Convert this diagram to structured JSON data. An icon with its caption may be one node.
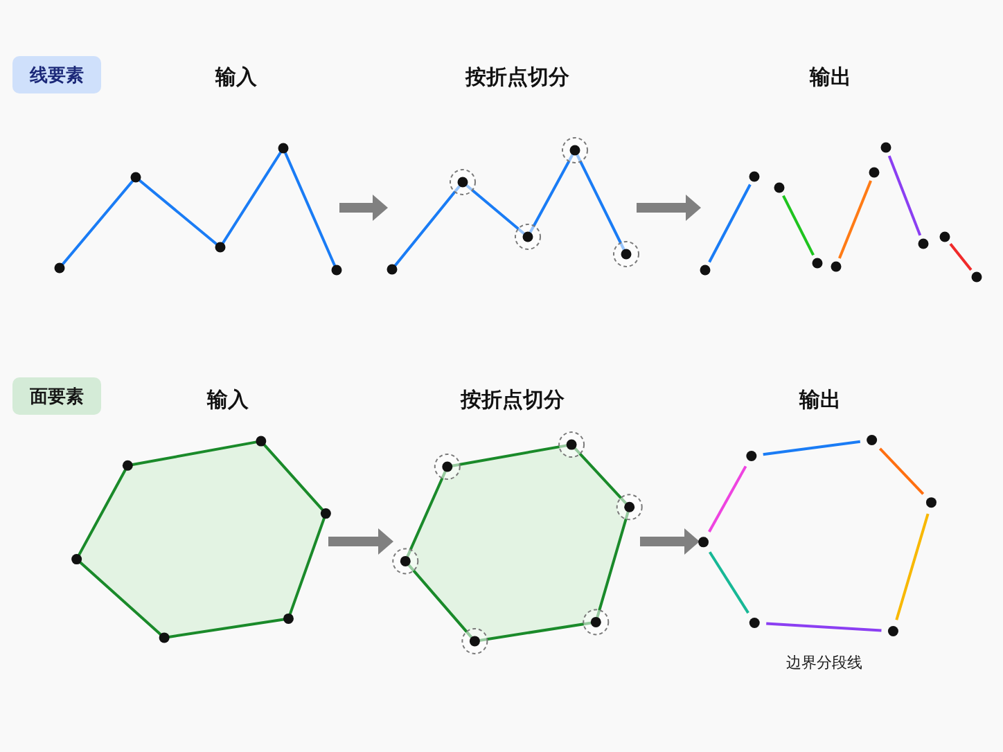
{
  "diagram": {
    "nodes": [
      {
        "text": [
          "线要素"
        ]
      },
      {
        "text": [
          "输入"
        ]
      },
      {
        "text": [
          "按折点切分"
        ]
      },
      {
        "text": [
          "输出"
        ]
      },
      {
        "text": [
          "面要素"
        ]
      },
      {
        "text": [
          "输入"
        ]
      },
      {
        "text": [
          "按折点切分"
        ]
      },
      {
        "text": [
          "输出"
        ],
        "beside": [
          "边界分段线"
        ]
      }
    ],
    "edges": [
      {
        "from": 1,
        "to": 2,
        "arrow": "to"
      },
      {
        "from": 2,
        "to": 3,
        "arrow": "to"
      },
      {
        "from": 5,
        "to": 6,
        "arrow": "to"
      },
      {
        "from": 6,
        "to": 7,
        "arrow": "to"
      }
    ]
  }
}
